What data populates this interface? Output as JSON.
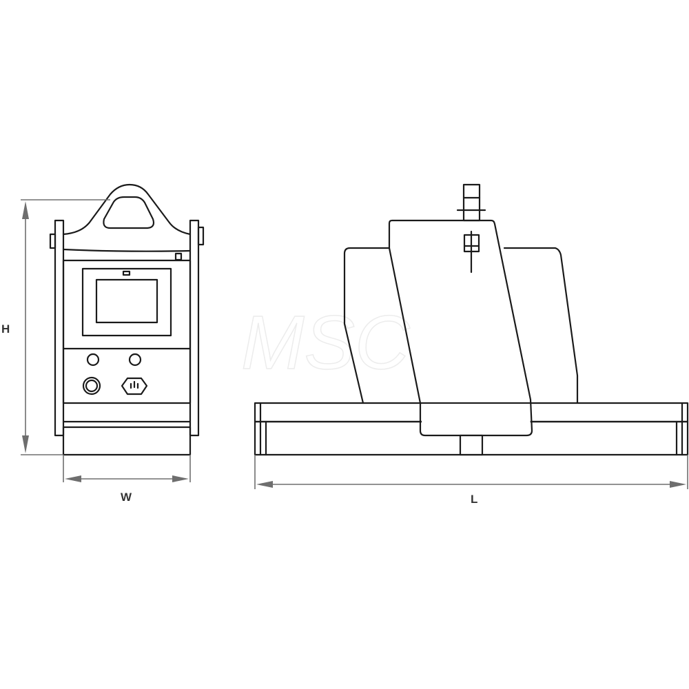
{
  "dimensions": {
    "height_label": "H",
    "width_label": "W",
    "length_label": "L"
  },
  "watermark": "MSC",
  "colors": {
    "line": "#1a1a1a",
    "dimension": "#6e6e6e",
    "background": "#ffffff"
  }
}
